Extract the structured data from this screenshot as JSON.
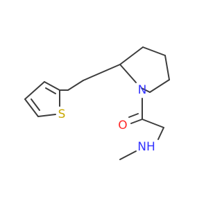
{
  "atoms": {
    "nitrogen_ring": {
      "label": "N",
      "color": "#3333ff"
    },
    "oxygen": {
      "label": "O",
      "color": "#ff2a2a"
    },
    "sulfur": {
      "label": "S",
      "color": "#c8a800"
    },
    "amine": {
      "label": "NH",
      "color": "#3333ff"
    }
  }
}
